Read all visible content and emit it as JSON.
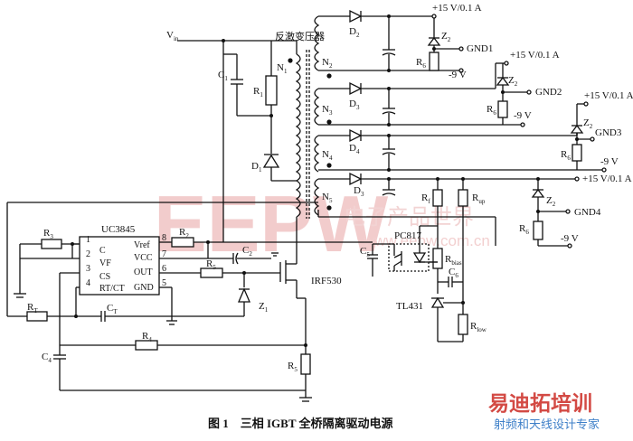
{
  "title": "反激变压器",
  "caption": "图 1　三相 IGBT 全桥隔离驱动电源",
  "vin_label": "V",
  "vin_sub": "in",
  "chip": {
    "name": "UC3845",
    "pins_left": [
      "1",
      "2",
      "3",
      "4"
    ],
    "pins_left_names": [
      "C",
      "VF",
      "CS",
      "RT/CT"
    ],
    "pins_right": [
      "8",
      "7",
      "6",
      "5"
    ],
    "pins_right_names": [
      "Vref",
      "VCC",
      "OUT",
      "GND"
    ]
  },
  "mosfet_label": "IRF530",
  "optocoupler_label": "PC817",
  "regulator_label": "TL431",
  "outputs": [
    {
      "voltage": "+15 V/0.1 A",
      "neg": "-9 V",
      "gnd": "GND1"
    },
    {
      "voltage": "+15 V/0.1 A",
      "neg": "-9 V",
      "gnd": "GND2"
    },
    {
      "voltage": "+15 V/0.1 A",
      "neg": "-9 V",
      "gnd": "GND3"
    },
    {
      "voltage": "+15 V/0.1 A",
      "neg": "-9 V",
      "gnd": "GND4"
    }
  ],
  "components": {
    "N1": "N",
    "N1s": "1",
    "N2": "N",
    "N2s": "2",
    "N3": "N",
    "N3s": "3",
    "N4": "N",
    "N4s": "4",
    "N5": "N",
    "N5s": "5",
    "C1": "C",
    "C1s": "1",
    "C2": "C",
    "C2s": "2",
    "C3": "C",
    "C3s": "3",
    "C4": "C",
    "C4s": "4",
    "C5": "C",
    "C5s": "5",
    "C6": "C",
    "C6s": "6",
    "CT": "C",
    "CTs": "T",
    "R1": "R",
    "R1s": "1",
    "R2": "R",
    "R2s": "2",
    "R3": "R",
    "R3s": "3",
    "R4": "R",
    "R4s": "4",
    "R5": "R",
    "R5s": "5",
    "R6": "R",
    "R6s": "6",
    "RT": "R",
    "RTs": "T",
    "Rf": "R",
    "Rfs": "f",
    "Rup": "R",
    "Rups": "up",
    "Rbias": "R",
    "Rbiass": "bias",
    "Rlow": "R",
    "Rlows": "low",
    "D1": "D",
    "D1s": "1",
    "D2": "D",
    "D2s": "2",
    "D3": "D",
    "D3s": "3",
    "D4": "D",
    "D4s": "4",
    "Z1": "Z",
    "Z1s": "1",
    "Z2": "Z",
    "Z2s": "2"
  },
  "watermark": {
    "brand": "EEPW",
    "cn": "电子产品世界",
    "url": "www.eepw.com.cn",
    "corner_title": "易迪拓培训",
    "corner_sub": "射频和天线设计专家"
  }
}
